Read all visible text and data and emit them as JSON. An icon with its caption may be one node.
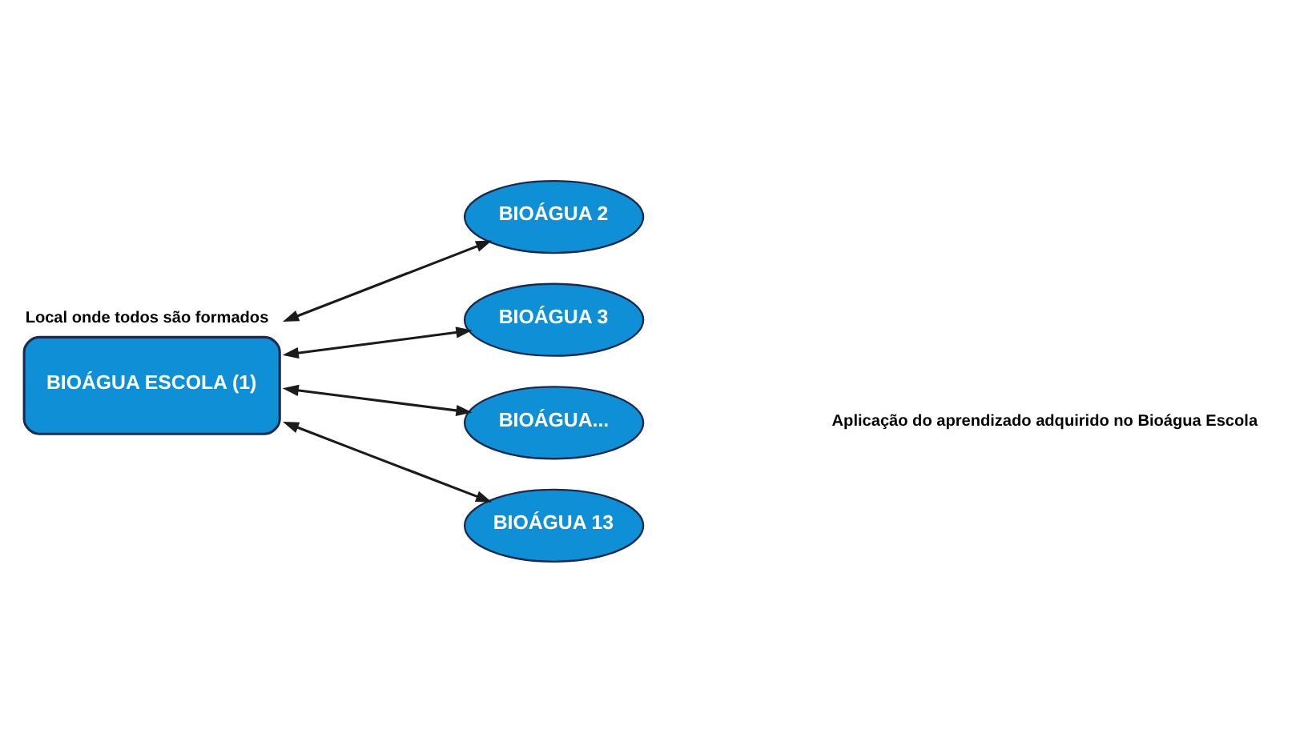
{
  "diagram": {
    "nodes": [
      {
        "text": [
          "BIOÁGUA ESCOLA (1)"
        ],
        "beside": [
          "Local onde todos são formados"
        ]
      },
      {
        "text": [
          "BIOÁGUA 2"
        ]
      },
      {
        "text": [
          "BIOÁGUA 3"
        ]
      },
      {
        "text": [
          "BIOÁGUA..."
        ]
      },
      {
        "text": [
          "BIOÁGUA 13"
        ]
      }
    ],
    "edges": [
      {
        "from": 0,
        "to": 1,
        "arrow": "both"
      },
      {
        "from": 0,
        "to": 2,
        "arrow": "both"
      },
      {
        "from": 0,
        "to": 3,
        "arrow": "both"
      },
      {
        "from": 0,
        "to": 4,
        "arrow": "both"
      }
    ],
    "labels": [
      "Aplicação do aprendizado adquirido no Bioágua Escola"
    ]
  }
}
